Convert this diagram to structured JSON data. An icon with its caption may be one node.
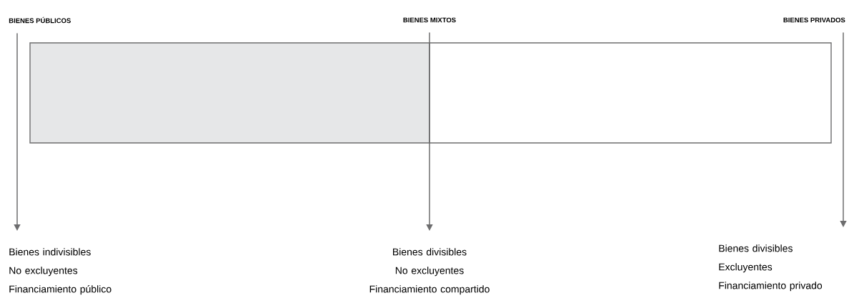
{
  "diagram": {
    "nodes": [
      {
        "text": [
          "BIENES PÚBLICOS"
        ]
      },
      {
        "text": [
          "BIENES MIXTOS"
        ]
      },
      {
        "text": [
          "BIENES PRIVADOS"
        ]
      },
      {
        "text": [],
        "shape": "box"
      },
      {
        "text": [],
        "shape": "box"
      },
      {
        "text": [
          "Bienes indivisibles",
          "No excluyentes",
          "Financiamiento público"
        ]
      },
      {
        "text": [
          "Bienes divisibles",
          "No excluyentes",
          "Financiamiento compartido"
        ]
      },
      {
        "text": [
          "Bienes divisibles",
          "Excluyentes",
          "Financiamiento privado"
        ]
      }
    ],
    "edges": [
      {
        "from": 0,
        "to": 5,
        "arrow": "to"
      },
      {
        "from": 1,
        "to": 6,
        "arrow": "to"
      },
      {
        "from": 2,
        "to": 7,
        "arrow": "to"
      }
    ]
  }
}
